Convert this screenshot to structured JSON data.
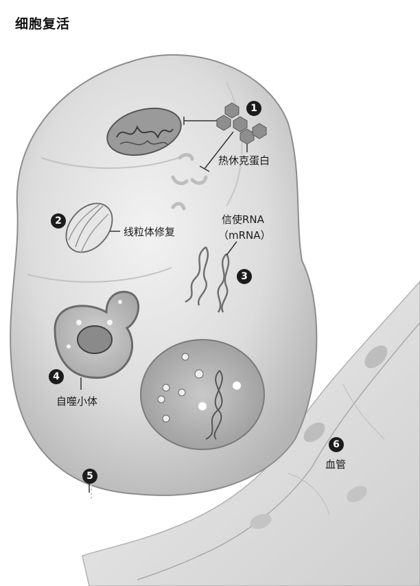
{
  "title": "细胞复活",
  "callouts": [
    {
      "id": "1",
      "label": "热休克蛋白"
    },
    {
      "id": "2",
      "label": "线粒体修复"
    },
    {
      "id": "3",
      "label": "信使RNA",
      "sublabel": "（mRNA）"
    },
    {
      "id": "4",
      "label": "自噬小体"
    },
    {
      "id": "5",
      "label": ""
    },
    {
      "id": "6",
      "label": "血管"
    }
  ],
  "colors": {
    "badge": "#1c1c1c",
    "cell_fill": "#d9d9d9",
    "background": "#ffffff"
  }
}
